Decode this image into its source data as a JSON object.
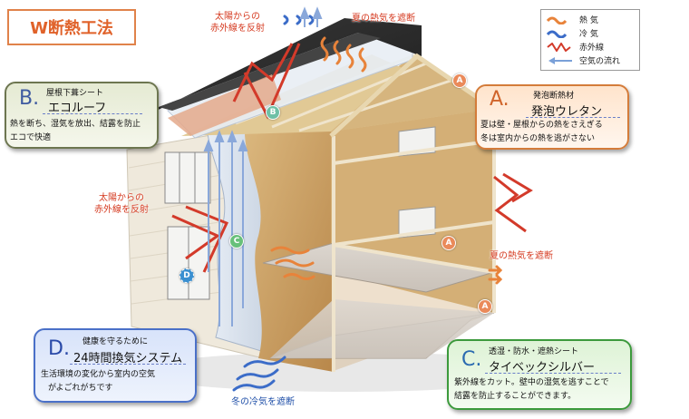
{
  "title": "W断熱工法",
  "legend": {
    "items": [
      {
        "label": "熱 気",
        "icon": "heat-wave-icon",
        "color": "#e8833a"
      },
      {
        "label": "冷 気",
        "icon": "cold-wave-icon",
        "color": "#3b6cc8"
      },
      {
        "label": "赤外線",
        "icon": "infrared-zigzag-icon",
        "color": "#d33a2a"
      },
      {
        "label": "空気の流れ",
        "icon": "air-flow-arrow-icon",
        "color": "#7aa0d8"
      }
    ]
  },
  "labels": {
    "sun_ir_top": [
      "太陽からの",
      "赤外線を反射"
    ],
    "summer_heat_top": "夏の熱気を遮断",
    "sun_ir_mid": [
      "太陽からの",
      "赤外線を反射"
    ],
    "summer_heat_right": "夏の熱気を遮断",
    "winter_cold": "冬の冷気を遮断"
  },
  "callouts": {
    "a": {
      "letter": "A.",
      "heading": "発泡断熱材",
      "product": "発泡ウレタン",
      "lines": [
        "夏は壁・屋根からの熱をさえぎる",
        "冬は室内からの熱を逃がさない"
      ]
    },
    "b": {
      "letter": "B.",
      "heading": "屋根下葺シート",
      "product": "エコルーフ",
      "lines": [
        "熱を断ち、湿気を放出、結露を防止",
        "エコで快適"
      ]
    },
    "c": {
      "letter": "C.",
      "heading": "透湿・防水・遮熱シート",
      "product": "タイベックシルバー",
      "lines": [
        "紫外線をカット。壁中の湿気を逃すことで",
        "結露を防止することができます。"
      ]
    },
    "d": {
      "letter": "D.",
      "heading": "健康を守るために",
      "product": "24時間換気システム",
      "lines": [
        "生活環境の変化から室内の空気",
        "がよごれがちです"
      ]
    }
  },
  "markers": {
    "a1": "A",
    "a2": "A",
    "a3": "A",
    "b": "B",
    "c": "C",
    "d": "D"
  },
  "colors": {
    "heat": "#e8833a",
    "cold": "#3b6cc8",
    "infrared": "#d33a2a",
    "air": "#7aa0d8",
    "roof": "#2d2d2d",
    "foam": "#c89a5a",
    "wall_exterior": "#f0ebe0"
  }
}
